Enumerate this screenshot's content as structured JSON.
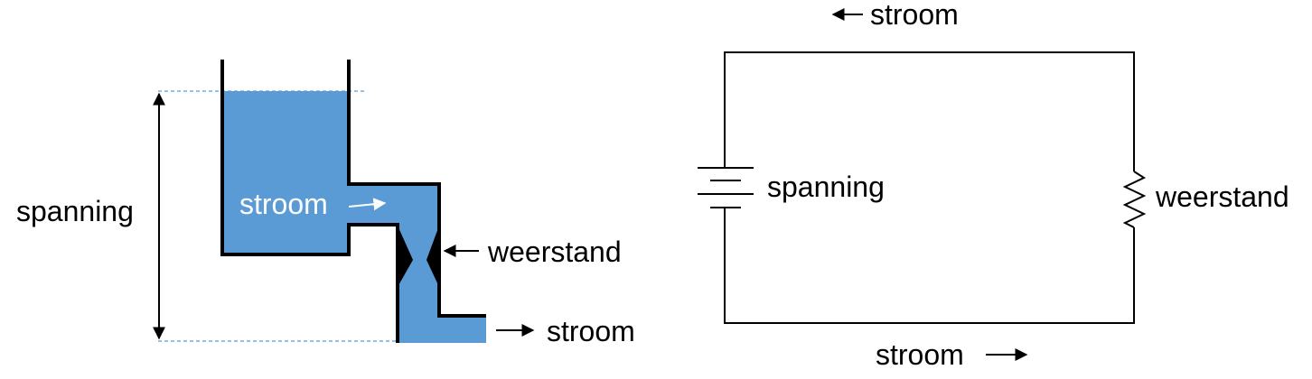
{
  "water_analogy": {
    "voltage_label": "spanning",
    "current_inside_label": "stroom",
    "resistance_label": "weerstand",
    "current_out_label": "stroom",
    "water_color": "#5b9bd5",
    "guide_line_color": "#5b9bd5"
  },
  "circuit": {
    "current_top_label": "stroom",
    "voltage_label": "spanning",
    "resistance_label": "weerstand",
    "current_bottom_label": "stroom"
  }
}
